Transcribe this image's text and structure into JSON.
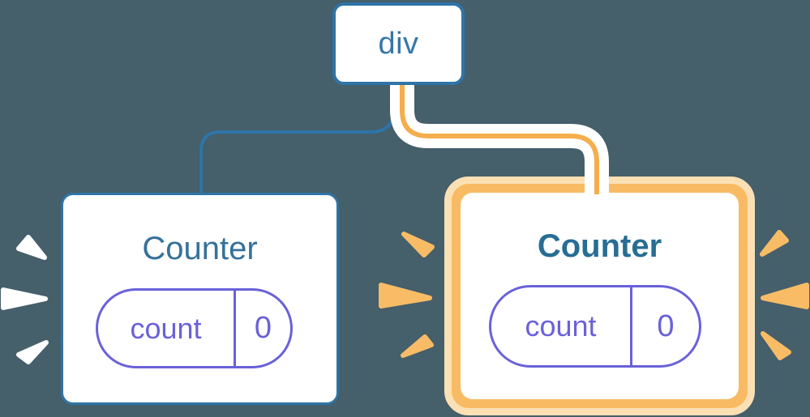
{
  "background_color": "#455f6b",
  "palette": {
    "node_border_blue": "#2e74a7",
    "root_label_blue": "#3577a8",
    "title_blue": "#35719b",
    "title_blue_bold": "#276d94",
    "highlight_orange": "#f8bc66",
    "highlight_orange_light": "#fbe0b4",
    "connector_orange_core": "#f5ae4d",
    "state_purple": "#6a61d9",
    "burst_white": "#ffffff"
  },
  "tree": {
    "root": {
      "label": "div"
    },
    "children": [
      {
        "title": "Counter",
        "state": {
          "key": "count",
          "value": "0"
        },
        "highlighted": false
      },
      {
        "title": "Counter",
        "state": {
          "key": "count",
          "value": "0"
        },
        "highlighted": true
      }
    ]
  }
}
